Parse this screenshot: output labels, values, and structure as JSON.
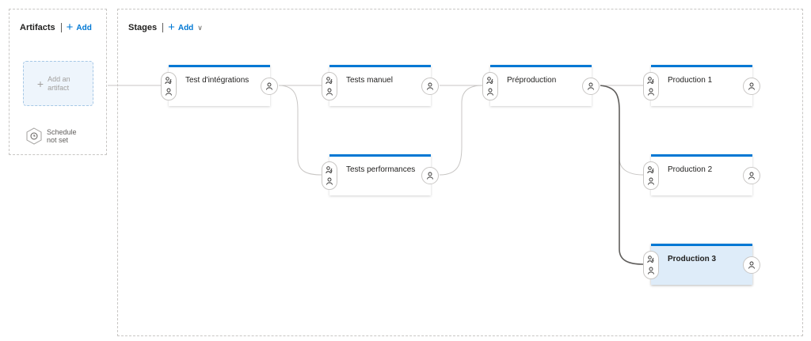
{
  "artifacts": {
    "title": "Artifacts",
    "add_label": "Add",
    "add_artifact_label": "Add an artifact",
    "schedule_label": "Schedule not set"
  },
  "stages_panel": {
    "title": "Stages",
    "add_label": "Add"
  },
  "stages": [
    {
      "name": "Test d'intégrations"
    },
    {
      "name": "Tests manuel"
    },
    {
      "name": "Tests performances"
    },
    {
      "name": "Préproduction"
    },
    {
      "name": "Production 1"
    },
    {
      "name": "Production 2"
    },
    {
      "name": "Production 3",
      "selected": true
    }
  ],
  "colors": {
    "accent": "#0078d4",
    "selected_bg": "#deecf9",
    "connector": "#c8c6c4",
    "selected_connector": "#605e5c"
  },
  "icons": {
    "pre_deployment_trigger": "lightning-person-icon",
    "pre_deployment_approval": "person-icon",
    "post_deployment_approval": "person-icon",
    "schedule": "clock-icon"
  }
}
